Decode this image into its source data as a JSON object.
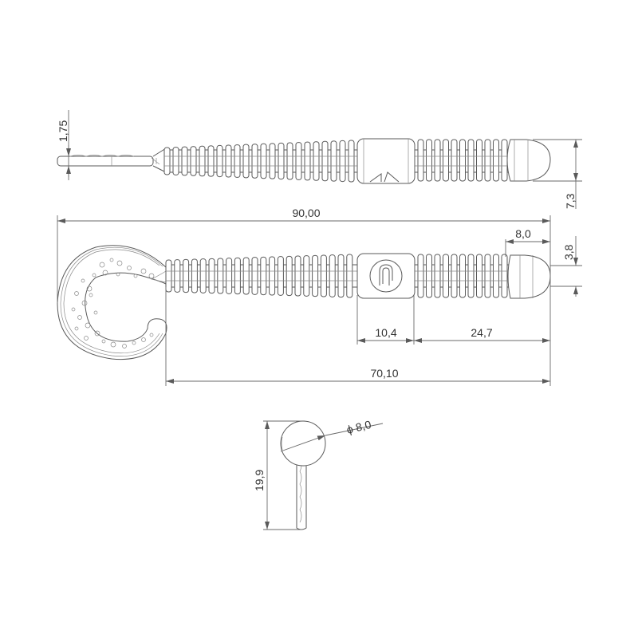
{
  "drawing": {
    "subject": "soft plastic fishing lure (curly tail grub) technical drawing",
    "units": "mm",
    "line_color": "#5a5a5a",
    "text_color": "#333333",
    "background": "#ffffff"
  },
  "views": {
    "top_view": {
      "dimensions": {
        "tail_thickness": "1,75",
        "head_height": "7,3"
      }
    },
    "side_view": {
      "dimensions": {
        "overall_length": "90,00",
        "head_length": "8,0",
        "head_offset": "3,8",
        "band_length": "10,4",
        "mid_section_length": "24,7",
        "body_length": "70,10"
      }
    },
    "front_view": {
      "dimensions": {
        "diameter": "ϕ 8,0",
        "height": "19,9"
      }
    }
  }
}
